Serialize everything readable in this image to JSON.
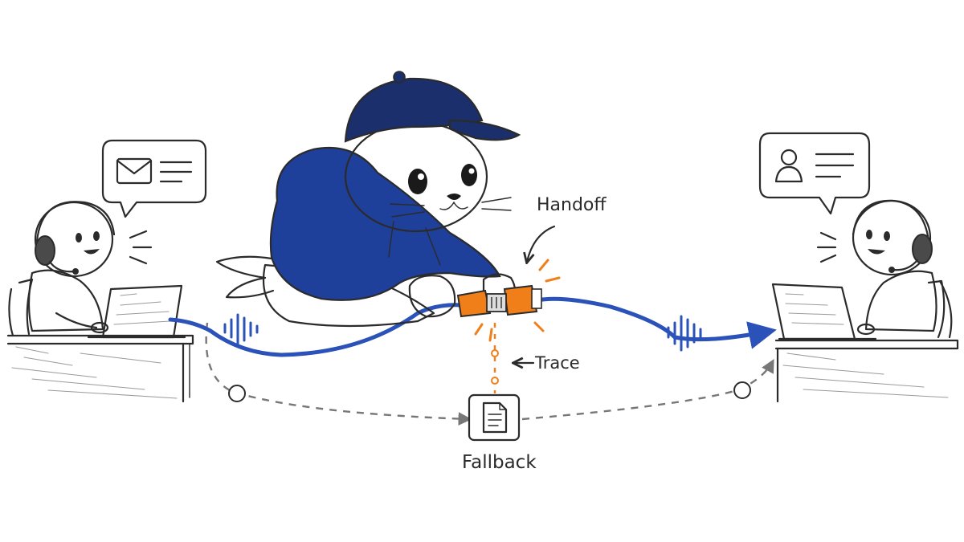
{
  "labels": {
    "handoff": "Handoff",
    "trace": "Trace",
    "fallback": "Fallback"
  },
  "icons": {
    "left_bubble": "envelope-icon",
    "right_bubble": "user-icon",
    "fallback_box": "document-icon"
  },
  "colors": {
    "cable": "#2a52b8",
    "hoodie": "#1e3f9a",
    "cap": "#1a2f6b",
    "connector": "#f07f1a",
    "trace": "#f07f1a",
    "fallback_path": "#777777",
    "ink": "#2b2b2b"
  }
}
